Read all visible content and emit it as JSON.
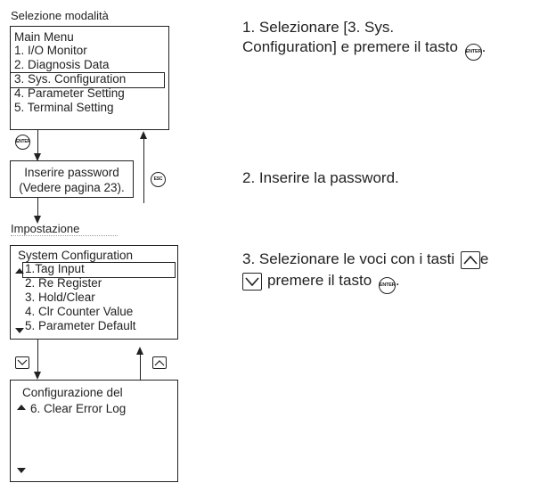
{
  "mode_selection_label": "Selezione modalità",
  "main_menu": {
    "title": "Main Menu",
    "items": [
      "1. I/O Monitor",
      "2. Diagnosis Data",
      "3. Sys. Configuration",
      "4. Parameter Setting",
      "5. Terminal Setting"
    ],
    "selected_index": 2
  },
  "password_box": {
    "line1": "Inserire password",
    "line2": "(Vedere pagina 23)."
  },
  "setting_label": "Impostazione",
  "system_config": {
    "title": "System Configuration",
    "items": [
      "1.Tag Input",
      "2. Re Register",
      "3. Hold/Clear",
      "4. Clr Counter Value",
      "5. Parameter Default"
    ],
    "selected_index": 0
  },
  "config_screen2": {
    "title": "Configurazione del",
    "items": [
      "6. Clear Error Log"
    ]
  },
  "keys": {
    "enter": "ENTER",
    "esc": "ESC"
  },
  "instructions": {
    "step1_line1": "1. Selezionare [3. Sys.",
    "step1_line2": "Configuration] e premere il tasto",
    "step1_end": ".",
    "step2": "2. Inserire la password.",
    "step3_line1": "3. Selezionare le voci con i tasti",
    "step3_line1_end": "e",
    "step3_line2": "premere il tasto",
    "step3_end": "."
  }
}
